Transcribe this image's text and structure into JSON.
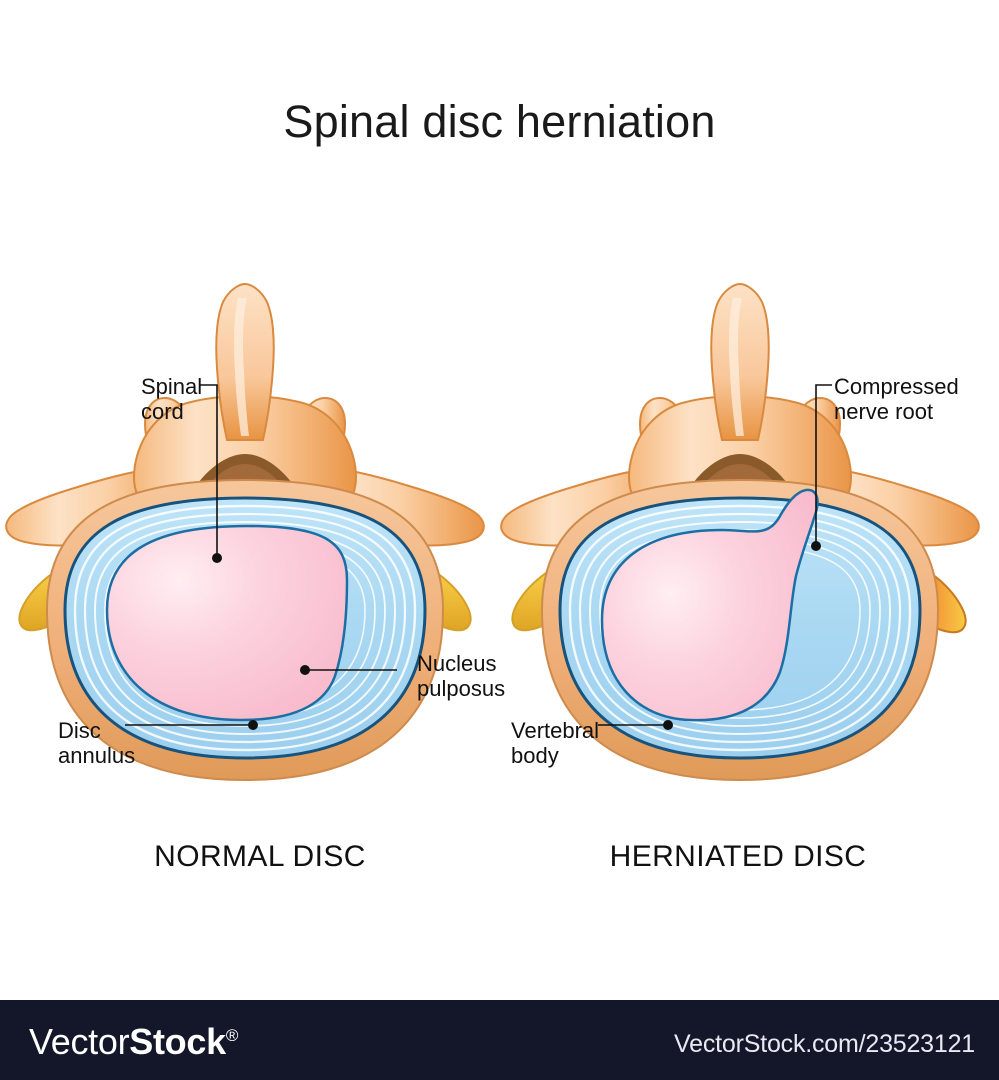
{
  "title": "Spinal disc herniation",
  "panels": [
    {
      "id": "normal",
      "caption": "NORMAL DISC",
      "labels": [
        {
          "name": "spinal-cord",
          "text": "Spinal\ncord"
        },
        {
          "name": "nucleus-pulposus",
          "text": "Nucleus\npulposus"
        },
        {
          "name": "disc-annulus",
          "text": "Disc\nannulus"
        }
      ]
    },
    {
      "id": "herniated",
      "caption": "HERNIATED DISC",
      "labels": [
        {
          "name": "compressed-nerve-root",
          "text": "Compressed\nnerve root"
        },
        {
          "name": "vertebral-body",
          "text": "Vertebral\nbody"
        }
      ]
    }
  ],
  "labels": {
    "spinal_cord": "Spinal\ncord",
    "nucleus_pulposus": "Nucleus\npulposus",
    "disc_annulus": "Disc\nannulus",
    "compressed_nerve_root": "Compressed\nnerve root",
    "vertebral_body": "Vertebral\nbody"
  },
  "captions": {
    "left": "NORMAL DISC",
    "right": "HERNIATED DISC"
  },
  "footer": {
    "logo_light": "Vector",
    "logo_bold": "Stock",
    "logo_registered": "®",
    "url": "VectorStock.com/23523121"
  },
  "colors": {
    "background": "#ffffff",
    "bone_light": "#fde0c2",
    "bone_mid": "#f8bd86",
    "bone_edge": "#e08e3c",
    "nerve_yellow": "#f8cf55",
    "nerve_yellow_edge": "#d9a326",
    "cord_gold": "#f6c82a",
    "cord_gray_matter": "#d4cdaf",
    "annulus_blue": "#aedcf5",
    "annulus_ring": "#ffffff",
    "annulus_outline": "#1c6ea4",
    "nucleus_pink": "#fbc8d6",
    "nucleus_outline": "#1c6ea4",
    "inflammation_red": "#e8201a",
    "label_text": "#111111",
    "leader_line": "#111111",
    "footer_bg": "#14162a",
    "footer_text": "#ffffff"
  }
}
